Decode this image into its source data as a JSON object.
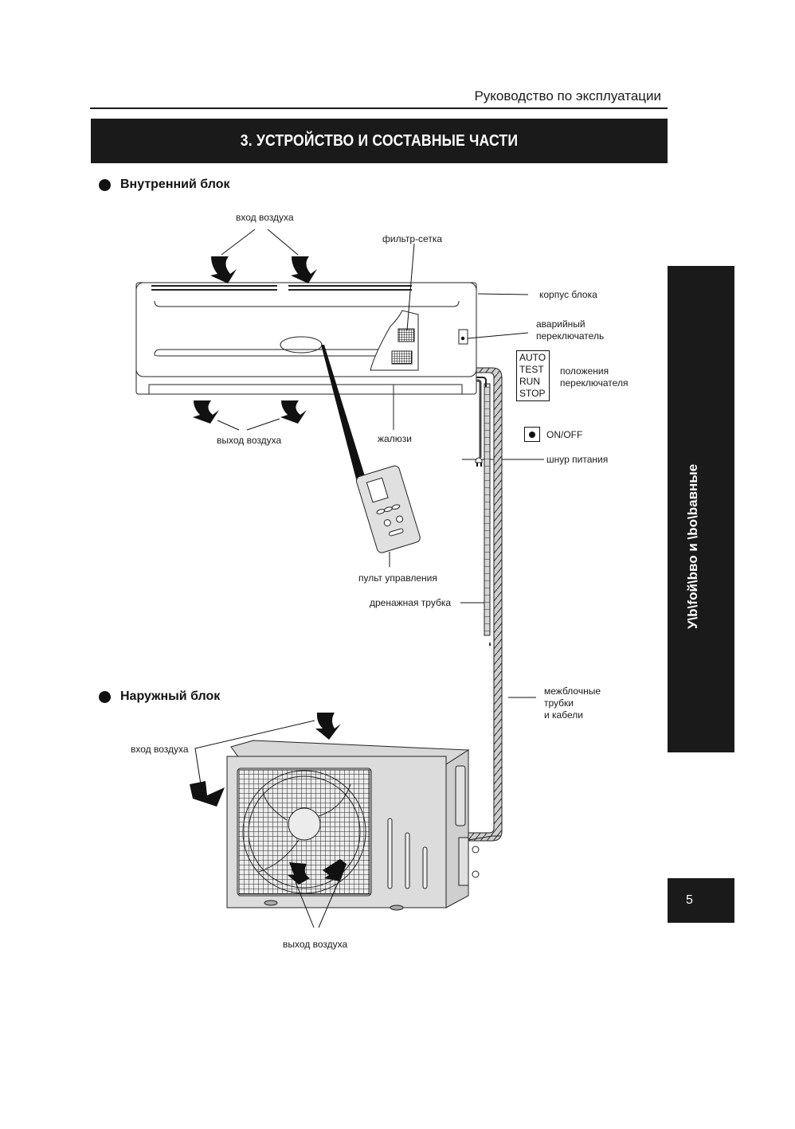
{
  "header": {
    "running_title": "Руководство по эксплуатации"
  },
  "banner": {
    "title": "3. УСТРОЙСТВО И СОСТАВНЫЕ ЧАСТИ"
  },
  "indoor": {
    "heading": "Внутренний блок",
    "labels": {
      "air_in": "вход воздуха",
      "filter": "фильтр-сетка",
      "body": "корпус блока",
      "emergency_switch_1": "аварийный",
      "emergency_switch_2": "переключатель",
      "switch_positions_1": "положения",
      "switch_positions_2": "переключателя",
      "air_out": "выход воздуха",
      "louvers": "жалюзи",
      "on_off": "ON/OFF",
      "power_cord": "шнур питания",
      "remote": "пульт управления",
      "drain": "дренажная трубка"
    },
    "switch_modes": [
      "AUTO",
      "TEST",
      "RUN",
      "STOP"
    ]
  },
  "outdoor": {
    "heading": "Наружный блок",
    "labels": {
      "air_in": "вход воздуха",
      "air_out": "выход воздуха",
      "pipes_1": "межблочные",
      "pipes_2": "трубки",
      "pipes_3": "и кабели"
    }
  },
  "side_tab": {
    "text": "У\\b\\fой\\bво и \\bо\\bавные"
  },
  "page": {
    "number": "5"
  }
}
